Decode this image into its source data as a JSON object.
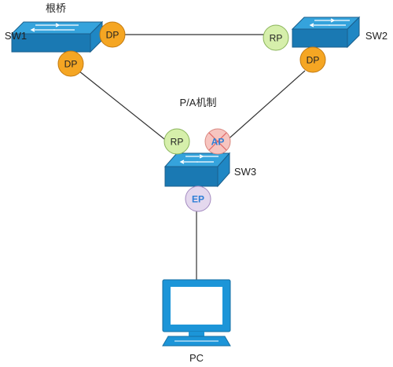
{
  "diagram": {
    "title": "P/A机制",
    "root_bridge_label": "根桥",
    "colors": {
      "switch_top": "#35a3dc",
      "switch_side": "#1f87c4",
      "switch_front": "#1a79b3",
      "switch_stroke": "#1b5f8c",
      "dp_fill": "#f5a623",
      "dp_stroke": "#c27a12",
      "rp_fill": "#d6efab",
      "rp_stroke": "#8ab45a",
      "ap_fill": "#f7c5c0",
      "ap_stroke": "#d98880",
      "ep_fill": "#e4d8ee",
      "ep_stroke": "#a48bc0",
      "ap_cross": "#e06666",
      "blue_label": "#2f7fd6",
      "pc_fill": "#1c95d8",
      "link": "#333333"
    },
    "switches": [
      {
        "id": "sw1",
        "label": "SW1"
      },
      {
        "id": "sw2",
        "label": "SW2"
      },
      {
        "id": "sw3",
        "label": "SW3"
      }
    ],
    "ports": [
      {
        "id": "sw1-right",
        "role": "DP"
      },
      {
        "id": "sw1-bottom",
        "role": "DP"
      },
      {
        "id": "sw2-left",
        "role": "RP"
      },
      {
        "id": "sw2-bottom",
        "role": "DP"
      },
      {
        "id": "sw3-left",
        "role": "RP"
      },
      {
        "id": "sw3-right",
        "role": "AP"
      },
      {
        "id": "sw3-bottom",
        "role": "EP"
      }
    ],
    "pc": {
      "label": "PC",
      "icon": "monitor-icon"
    }
  }
}
